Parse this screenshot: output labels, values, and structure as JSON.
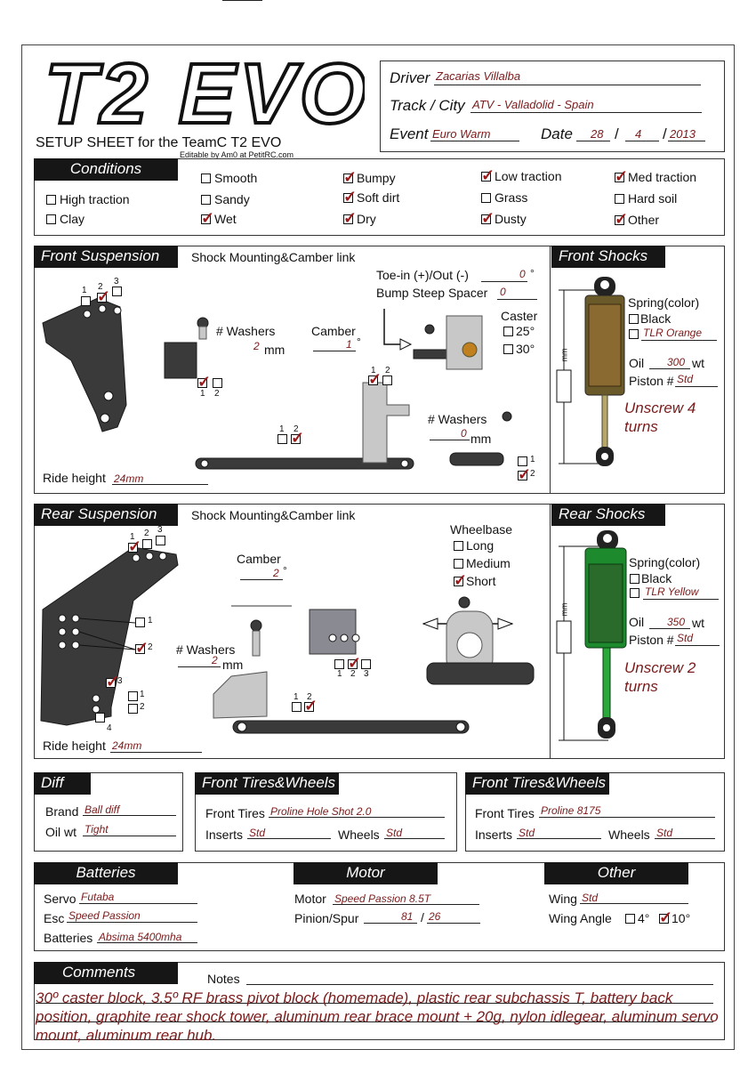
{
  "title": {
    "logo": "T2 EVO",
    "subtitle": "SETUP SHEET for the TeamC T2 EVO",
    "credit": "Editable by Am0 at PetitRC.com"
  },
  "info": {
    "driver_label": "Driver",
    "driver": "Zacarias Villalba",
    "track_label": "Track / City",
    "track": "ATV - Valladolid - Spain",
    "event_label": "Event",
    "event": "Euro Warm",
    "date_label": "Date",
    "day": "28",
    "month": "4",
    "year": "2013",
    "sep": "/"
  },
  "conditions": {
    "header": "Conditions",
    "items": [
      {
        "label": "Smooth",
        "checked": false
      },
      {
        "label": "Bumpy",
        "checked": true
      },
      {
        "label": "Low traction",
        "checked": true
      },
      {
        "label": "Med traction",
        "checked": true
      },
      {
        "label": "High traction",
        "checked": false
      },
      {
        "label": "Sandy",
        "checked": false
      },
      {
        "label": "Soft dirt",
        "checked": true
      },
      {
        "label": "Grass",
        "checked": false
      },
      {
        "label": "Hard soil",
        "checked": false
      },
      {
        "label": "Clay",
        "checked": false
      },
      {
        "label": "Wet",
        "checked": true
      },
      {
        "label": "Dry",
        "checked": true
      },
      {
        "label": "Dusty",
        "checked": true
      },
      {
        "label": "Other",
        "checked": true
      }
    ]
  },
  "front_susp": {
    "header": "Front Suspension",
    "sub": "Shock Mounting&Camber link",
    "washers_label": "# Washers",
    "washers": "2",
    "mm": "mm",
    "camber_label": "Camber",
    "camber": "1",
    "deg": "°",
    "toe_label": "Toe-in (+)/Out (-)",
    "toe": "0",
    "bump_label": "Bump Steep Spacer",
    "bump": "0",
    "caster_label": "Caster",
    "caster_25": "25°",
    "caster_30": "30°",
    "washers2_label": "# Washers",
    "washers2": "0",
    "ride_label": "Ride height",
    "ride": "24mm",
    "n1": "1",
    "n2": "2",
    "n3": "3"
  },
  "front_shocks": {
    "header": "Front Shocks",
    "spring_label": "Spring(color)",
    "black": "Black",
    "spring": "TLR Orange",
    "oil_label": "Oil",
    "oil": "300",
    "wt": "wt",
    "piston_label": "Piston #",
    "piston": "Std",
    "note": "Unscrew 4 turns",
    "mm": "mm"
  },
  "rear_susp": {
    "header": "Rear Suspension",
    "sub": "Shock Mounting&Camber link",
    "camber_label": "Camber",
    "camber": "2",
    "deg": "°",
    "washers_label": "# Washers",
    "washers": "2",
    "mm": "mm",
    "wheelbase_label": "Wheelbase",
    "long": "Long",
    "medium": "Medium",
    "short": "Short",
    "ride_label": "Ride height",
    "ride": "24mm",
    "n1": "1",
    "n2": "2",
    "n3": "3",
    "n4": "4"
  },
  "rear_shocks": {
    "header": "Rear Shocks",
    "spring_label": "Spring(color)",
    "black": "Black",
    "spring": "TLR Yellow",
    "oil_label": "Oil",
    "oil": "350",
    "wt": "wt",
    "piston_label": "Piston #",
    "piston": "Std",
    "note": "Unscrew 2 turns",
    "mm": "mm"
  },
  "diff": {
    "header": "Diff",
    "brand_label": "Brand",
    "brand": "Ball diff",
    "oil_label": "Oil wt",
    "oil": "Tight"
  },
  "front_tires": {
    "header": "Front Tires&Wheels",
    "tires_label": "Front Tires",
    "tires": "Proline Hole Shot 2.0",
    "inserts_label": "Inserts",
    "inserts": "Std",
    "wheels_label": "Wheels",
    "wheels": "Std"
  },
  "rear_tires": {
    "header": "Front Tires&Wheels",
    "tires_label": "Front Tires",
    "tires": "Proline 8175",
    "inserts_label": "Inserts",
    "inserts": "Std",
    "wheels_label": "Wheels",
    "wheels": "Std"
  },
  "batteries": {
    "header": "Batteries",
    "servo_label": "Servo",
    "servo": "Futaba",
    "esc_label": "Esc",
    "esc": "Speed Passion",
    "batt_label": "Batteries",
    "batt": "Absima 5400mha"
  },
  "motor": {
    "header": "Motor",
    "motor_label": "Motor",
    "motor": "Speed Passion 8.5T",
    "pinion_label": "Pinion/Spur",
    "pinion": "81",
    "spur": "26",
    "sep": "/"
  },
  "other": {
    "header": "Other",
    "wing_label": "Wing",
    "wing": "Std",
    "angle_label": "Wing Angle",
    "a4": "4°",
    "a10": "10°"
  },
  "comments": {
    "header": "Comments",
    "notes_label": "Notes",
    "text": "30º caster block, 3.5º RF brass pivot block (homemade), plastic rear subchassis T, battery back position, graphite rear shock tower, aluminum rear brace mount + 20g, nylon idlegear, aluminum servo mount, aluminum rear hub."
  }
}
